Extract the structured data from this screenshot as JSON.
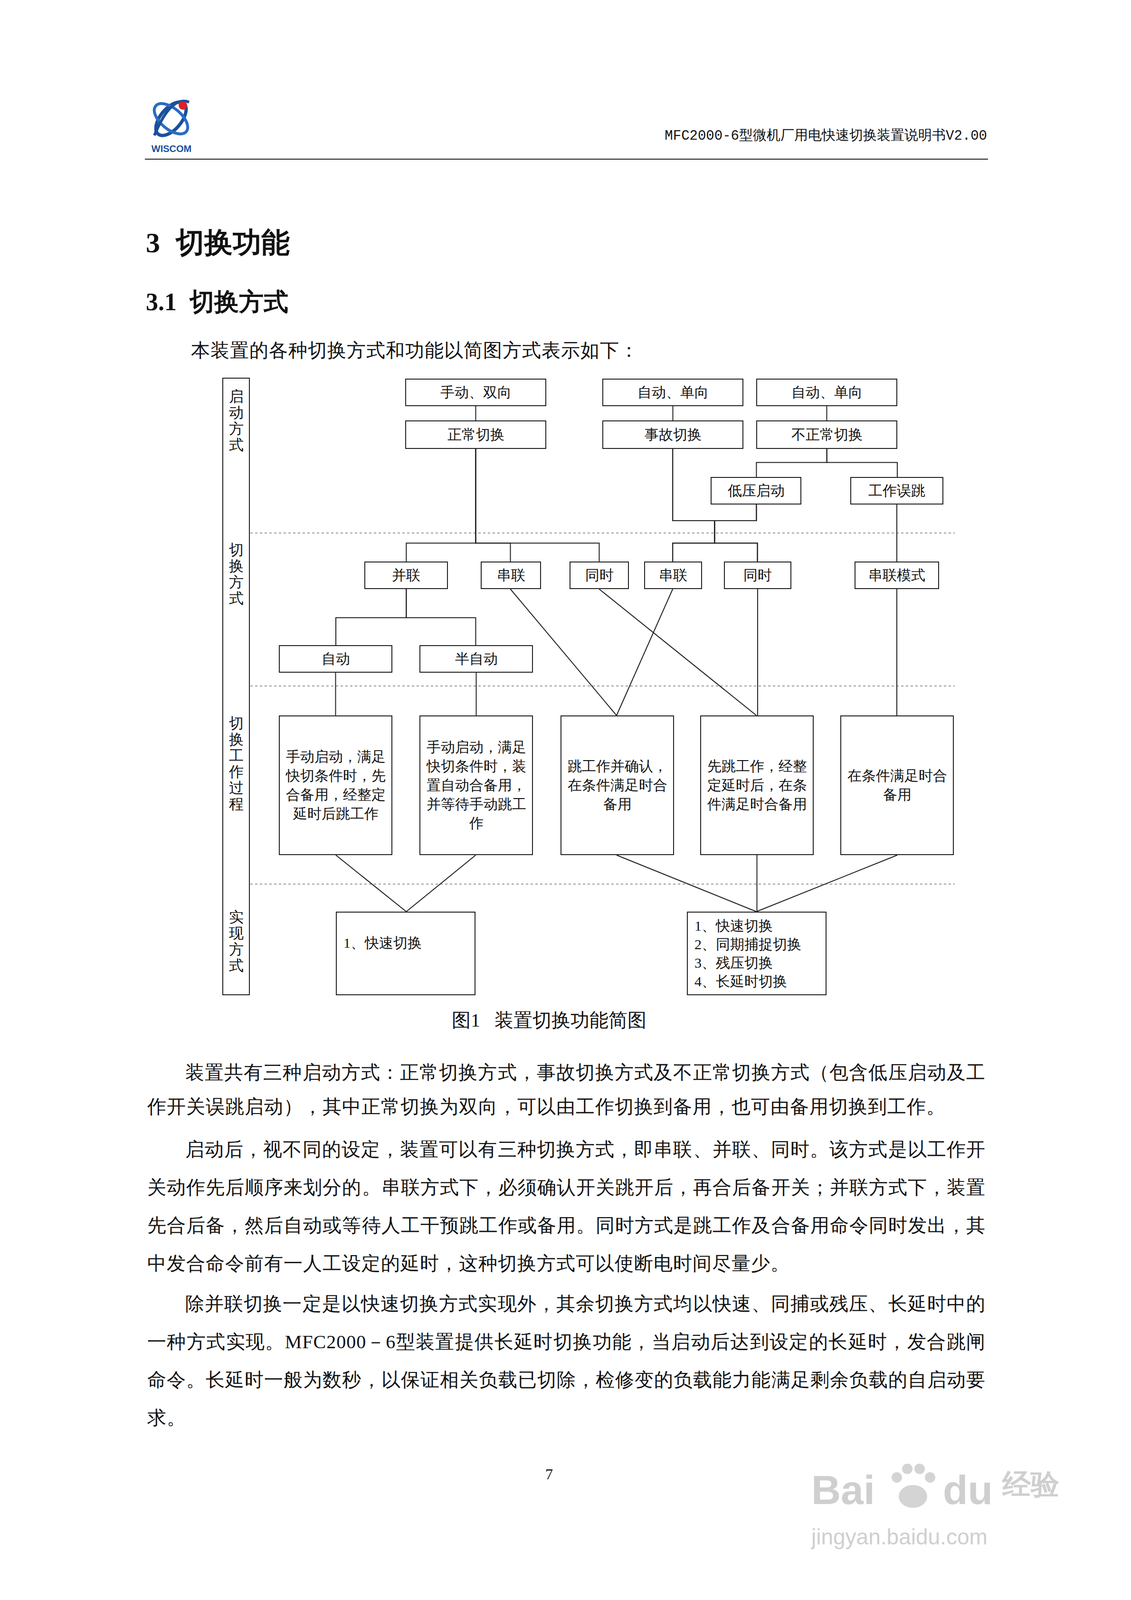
{
  "diagram": {
    "title": "3 切换功能",
    "caption": "图1 装置切换功能简图",
    "nodes": [
      {
        "text": [
          "启动方式",
          "切换方式",
          "切换工作过程",
          "实现方式"
        ]
      },
      {
        "text": [
          "手动、双向"
        ]
      },
      {
        "text": [
          "正常切换"
        ]
      },
      {
        "text": [
          "自动、单向"
        ]
      },
      {
        "text": [
          "事故切换"
        ]
      },
      {
        "text": [
          "自动、单向"
        ]
      },
      {
        "text": [
          "不正常切换"
        ]
      },
      {
        "text": [
          "低压启动"
        ]
      },
      {
        "text": [
          "工作误跳"
        ]
      },
      {
        "text": [
          "并联"
        ]
      },
      {
        "text": [
          "串联"
        ]
      },
      {
        "text": [
          "同时"
        ]
      },
      {
        "text": [
          "串联"
        ]
      },
      {
        "text": [
          "同时"
        ]
      },
      {
        "text": [
          "串联模式"
        ]
      },
      {
        "text": [
          "自动"
        ]
      },
      {
        "text": [
          "半自动"
        ]
      },
      {
        "text": [
          "手动启动，满足快切条件时，先合备用，经整定延时后跳工作"
        ]
      },
      {
        "text": [
          "手动启动，满足快切条件时，装置自动合备用，并等待手动跳工作"
        ]
      },
      {
        "text": [
          "跳工作并确认，在条件满足时合备用"
        ]
      },
      {
        "text": [
          "先跳工作，经整定延时后，在条件满足时合备用"
        ]
      },
      {
        "text": [
          "在条件满足时合备用"
        ]
      },
      {
        "text": [
          "1、快速切换"
        ]
      },
      {
        "text": [
          "1、快速切换",
          "2、同期捕捉切换",
          "3、残压切换",
          "4、长延时切换"
        ]
      }
    ],
    "edges": [
      {
        "from": 1,
        "to": 2,
        "arrow": "none"
      },
      {
        "from": 3,
        "to": 4,
        "arrow": "none"
      },
      {
        "from": 5,
        "to": 6,
        "arrow": "none"
      },
      {
        "from": 6,
        "to": 7,
        "arrow": "none"
      },
      {
        "from": 6,
        "to": 8,
        "arrow": "none"
      },
      {
        "from": 2,
        "to": 9,
        "arrow": "none"
      },
      {
        "from": 2,
        "to": 10,
        "arrow": "none"
      },
      {
        "from": 2,
        "to": 11,
        "arrow": "none"
      },
      {
        "from": 4,
        "to": 12,
        "arrow": "none"
      },
      {
        "from": 4,
        "to": 13,
        "arrow": "none"
      },
      {
        "from": 7,
        "to": 12,
        "arrow": "none"
      },
      {
        "from": 7,
        "to": 13,
        "arrow": "none"
      },
      {
        "from": 8,
        "to": 14,
        "arrow": "none"
      },
      {
        "from": 9,
        "to": 15,
        "arrow": "none"
      },
      {
        "from": 9,
        "to": 16,
        "arrow": "none"
      },
      {
        "from": 15,
        "to": 17,
        "arrow": "none"
      },
      {
        "from": 16,
        "to": 18,
        "arrow": "none"
      },
      {
        "from": 10,
        "to": 19,
        "arrow": "none"
      },
      {
        "from": 12,
        "to": 19,
        "arrow": "none"
      },
      {
        "from": 11,
        "to": 20,
        "arrow": "none"
      },
      {
        "from": 13,
        "to": 20,
        "arrow": "none"
      },
      {
        "from": 14,
        "to": 21,
        "arrow": "none"
      },
      {
        "from": 17,
        "to": 22,
        "arrow": "none"
      },
      {
        "from": 18,
        "to": 22,
        "arrow": "none"
      },
      {
        "from": 19,
        "to": 23,
        "arrow": "none"
      },
      {
        "from": 20,
        "to": 23,
        "arrow": "none"
      },
      {
        "from": 21,
        "to": 23,
        "arrow": "none"
      }
    ],
    "labels": [
      "WISCOM",
      "MFC2000-6型微机厂用电快速切换装置说明书V2.00",
      "3.1 切换方式",
      "本装置的各种切换方式和功能以简图方式表示如下：",
      "装置共有三种启动方式：正常切换方式，事故切换方式及不正常切换方式（包含低压启动及工作开关误跳启动），其中正常切换为双向，可以由工作切换到备用，也可由备用切换到工作。",
      "启动后，视不同的设定，装置可以有三种切换方式，即串联、并联、同时。该方式是以工作开关动作先后顺序来划分的。串联方式下，必须确认开关跳开后，再合后备开关；并联方式下，装置先合后备，然后自动或等待人工干预跳工作或备用。同时方式是跳工作及合备用命令同时发出，其中发合命令前有一人工设定的延时，这种切换方式可以使断电时间尽量少。",
      "除并联切换一定是以快速切换方式实现外，其余切换方式均以快速、同捕或残压、长延时中的一种方式实现。MFC2000－6型装置提供长延时切换功能，当启动后达到设定的长延时，发合跳闸命令。长延时一般为数秒，以保证相关负载已切除，检修变的负载能力能满足剩余负载的自启动要求。",
      "7",
      "Bai",
      "du",
      "经验",
      "jingyan.baidu.com"
    ]
  }
}
